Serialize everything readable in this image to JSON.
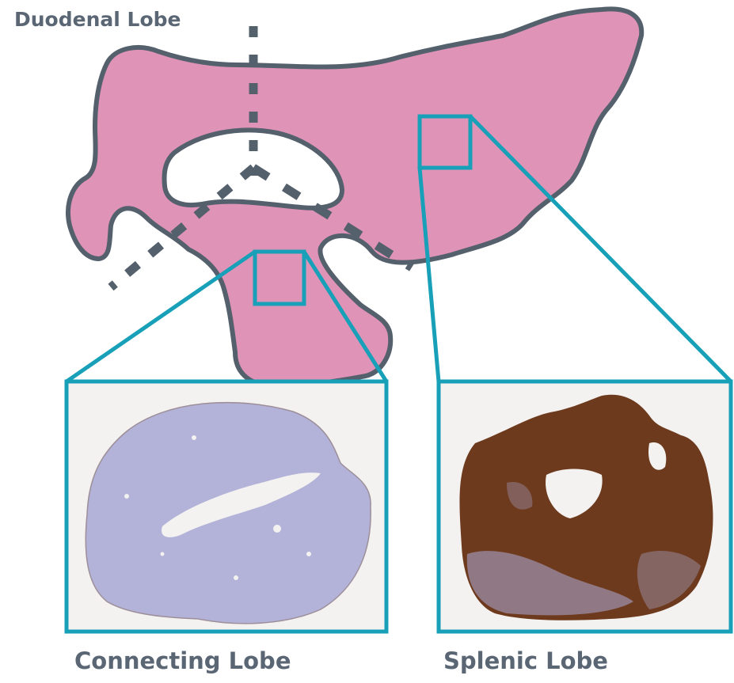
{
  "labels": {
    "duodenal": "Duodenal Lobe",
    "connecting": "Connecting Lobe",
    "splenic": "Splenic Lobe"
  },
  "colors": {
    "organ_fill": "#df93b7",
    "outline": "#55606d",
    "highlight": "#17a0b8",
    "panel_bg": "#f3f2f0",
    "connecting_stain": "#b3b2d8",
    "splenic_stain": "#6e3a1d"
  }
}
